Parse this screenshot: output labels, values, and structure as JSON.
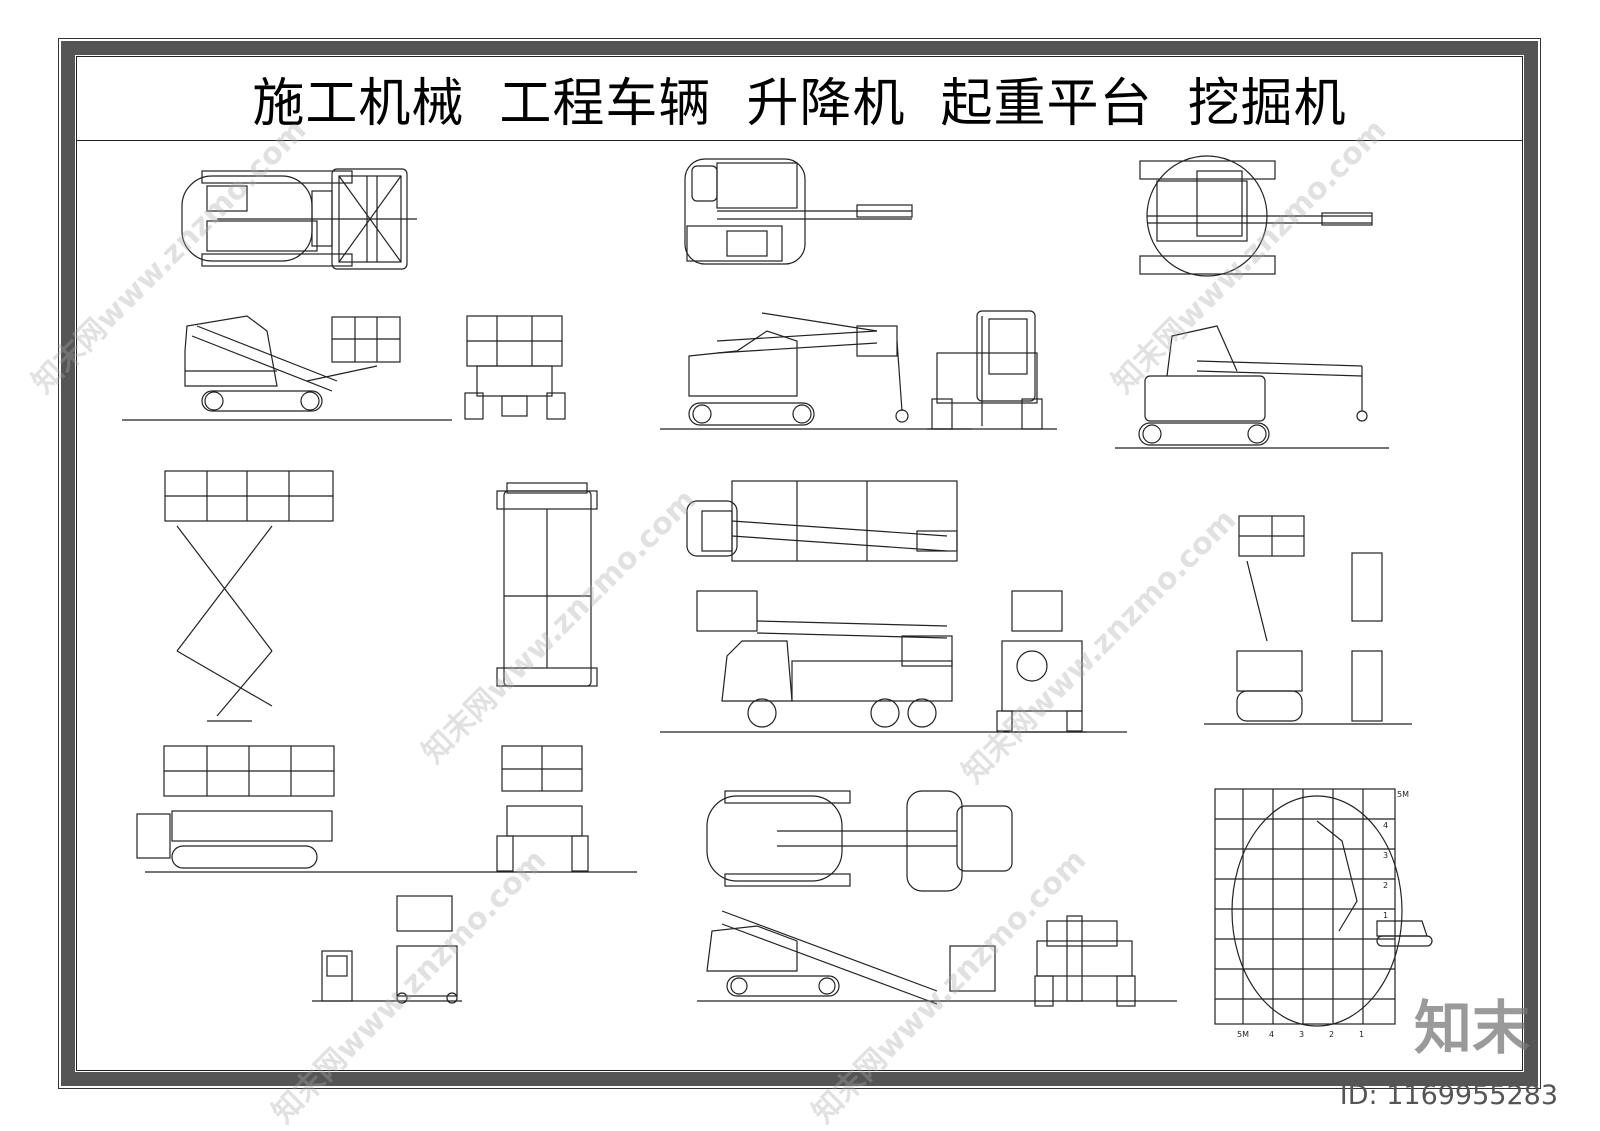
{
  "title": "施工机械  工程车辆  升降机  起重平台  挖掘机",
  "watermark_text": "知末网www.znzmo.com",
  "brand_logo": "知末",
  "id_label": "ID: 1169955283",
  "chart_labels": {
    "top": "5M",
    "y": [
      "4",
      "3",
      "2",
      "1"
    ],
    "x": [
      "5M",
      "4",
      "3",
      "2",
      "1"
    ]
  },
  "colors": {
    "line": "#222222",
    "frame": "#555555",
    "watermark": "#aaaaaa"
  }
}
